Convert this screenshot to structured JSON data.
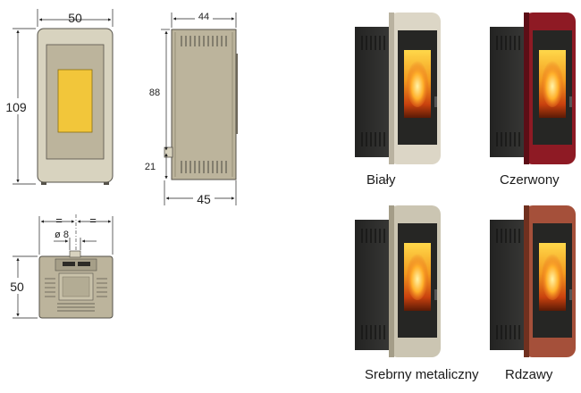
{
  "front_view": {
    "width_label": "50",
    "height_label": "109"
  },
  "side_view": {
    "top_depth_label": "44",
    "height_label": "88",
    "outlet_height_label": "21",
    "bottom_depth_label": "45"
  },
  "top_view": {
    "equal_left_label": "=",
    "equal_right_label": "=",
    "diameter_label": "ø 8",
    "depth_label": "50"
  },
  "variants": [
    {
      "name": "Biały",
      "panel_color": "#dcd6c6",
      "panel_color_dark": "#b9b2a0"
    },
    {
      "name": "Czerwony",
      "panel_color": "#8e1a24",
      "panel_color_dark": "#5c0e16"
    },
    {
      "name": "Srebrny metaliczny",
      "panel_color": "#cbc5b2",
      "panel_color_dark": "#a49d88"
    },
    {
      "name": "Rdzawy",
      "panel_color": "#a5503a",
      "panel_color_dark": "#70301f"
    }
  ],
  "colors": {
    "drawing_body": "#bcb49c",
    "drawing_frame": "#d8d3bf",
    "drawing_window": "#f2c63a",
    "stove_body": "#2f2f2d"
  }
}
